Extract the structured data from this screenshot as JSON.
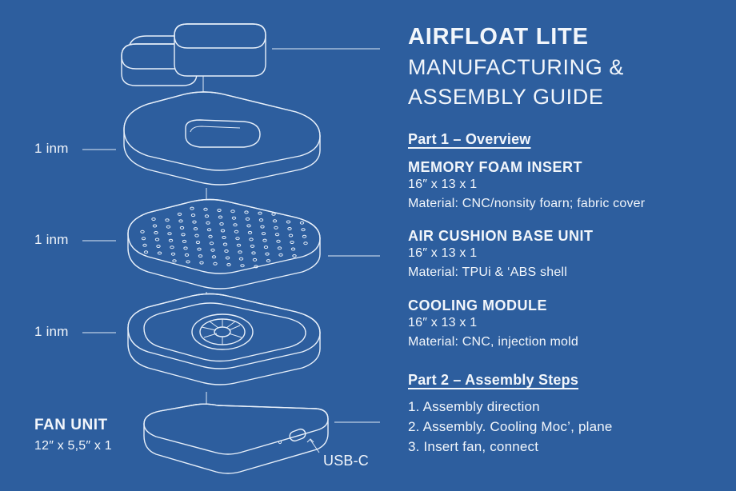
{
  "title": {
    "line1": "AIRFLOAT LITE",
    "line2": "MANUFACTURING &",
    "line3": "ASSEMBLY GUIDE"
  },
  "part1": {
    "heading": "Part 1 – Overview",
    "items": [
      {
        "name": "MEMORY FOAM INSERT",
        "dims": "16″ x 13 x 1",
        "material": "Material: CNC/nonsity foarn; fabric cover"
      },
      {
        "name": "AIR CUSHION BASE UNIT",
        "dims": "16″ x 13 x 1",
        "material": "Material: TPUi & ‘ABS shell"
      },
      {
        "name": "COOLING MODULE",
        "dims": "16″ x 13 x 1",
        "material": "Material: CNC, injection mold"
      }
    ]
  },
  "part2": {
    "heading": "Part 2 – Assembly Steps",
    "steps": [
      "1. Assembly direction",
      "2. Assembly. Cooling Moc’, plane",
      "3. Insert fan, connect"
    ]
  },
  "diagram": {
    "layer_labels": [
      "1 inm",
      "1 inm",
      "1 inm"
    ],
    "fan_unit": {
      "name": "FAN UNIT",
      "dims": "12″ x 5,5″ x 1"
    },
    "port_label": "USB-C"
  },
  "colors": {
    "background": "#2d5e9e",
    "line": "#e8f0fa"
  }
}
